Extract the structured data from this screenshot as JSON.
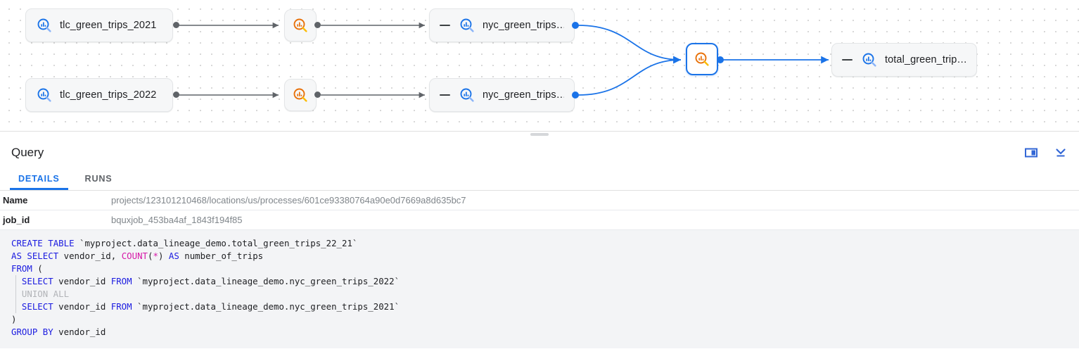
{
  "graph": {
    "background": "dotted-grid",
    "nodes": [
      {
        "id": "tlc2021",
        "type": "table",
        "label": "tlc_green_trips_2021",
        "icon": "bigquery-table-icon",
        "collapsible": false,
        "selected": false
      },
      {
        "id": "tlc2022",
        "type": "table",
        "label": "tlc_green_trips_2022",
        "icon": "bigquery-table-icon",
        "collapsible": false,
        "selected": false
      },
      {
        "id": "proc1",
        "type": "process",
        "label": "",
        "icon": "bigquery-process-icon",
        "collapsible": false,
        "selected": false
      },
      {
        "id": "proc2",
        "type": "process",
        "label": "",
        "icon": "bigquery-process-icon",
        "collapsible": false,
        "selected": false
      },
      {
        "id": "nyc2021",
        "type": "table",
        "label": "nyc_green_trips…",
        "icon": "bigquery-table-icon",
        "collapsible": true,
        "selected": false
      },
      {
        "id": "nyc2022",
        "type": "table",
        "label": "nyc_green_trips…",
        "icon": "bigquery-table-icon",
        "collapsible": true,
        "selected": false
      },
      {
        "id": "procsel",
        "type": "process",
        "label": "",
        "icon": "bigquery-process-icon",
        "collapsible": false,
        "selected": true
      },
      {
        "id": "totaltrips",
        "type": "table",
        "label": "total_green_trip…",
        "icon": "bigquery-table-icon",
        "collapsible": true,
        "selected": false
      }
    ],
    "colors": {
      "table_icon": "#1a73e8",
      "process_icon": "#f29900",
      "selected_border": "#1a73e8",
      "edge_default": "#5f6368",
      "edge_active": "#1a73e8",
      "node_fill": "#f6f7f8"
    }
  },
  "panel": {
    "title": "Query",
    "actions": [
      {
        "name": "split-panel-icon",
        "tooltip": "Split panel"
      },
      {
        "name": "collapse-panel-icon",
        "tooltip": "Collapse panel"
      }
    ],
    "tabs": [
      {
        "id": "details",
        "label": "DETAILS",
        "active": true
      },
      {
        "id": "runs",
        "label": "RUNS",
        "active": false
      }
    ]
  },
  "details": {
    "rows": [
      {
        "key": "Name",
        "value": "projects/123101210468/locations/us/processes/601ce93380764a90e0d7669a8d635bc7"
      },
      {
        "key": "job_id",
        "value": "bquxjob_453ba4af_1843f194f85"
      }
    ]
  },
  "sql": {
    "language": "sql",
    "lines": [
      "CREATE TABLE `myproject.data_lineage_demo.total_green_trips_22_21`",
      "AS SELECT vendor_id, COUNT(*) AS number_of_trips",
      "FROM (",
      "  SELECT vendor_id FROM `myproject.data_lineage_demo.nyc_green_trips_2022`",
      "  UNION ALL",
      "  SELECT vendor_id FROM `myproject.data_lineage_demo.nyc_green_trips_2021`",
      ")",
      "GROUP BY vendor_id"
    ],
    "text": "CREATE TABLE `myproject.data_lineage_demo.total_green_trips_22_21`\nAS SELECT vendor_id, COUNT(*) AS number_of_trips\nFROM (\n  SELECT vendor_id FROM `myproject.data_lineage_demo.nyc_green_trips_2022`\n  UNION ALL\n  SELECT vendor_id FROM `myproject.data_lineage_demo.nyc_green_trips_2021`\n)\nGROUP BY vendor_id"
  }
}
